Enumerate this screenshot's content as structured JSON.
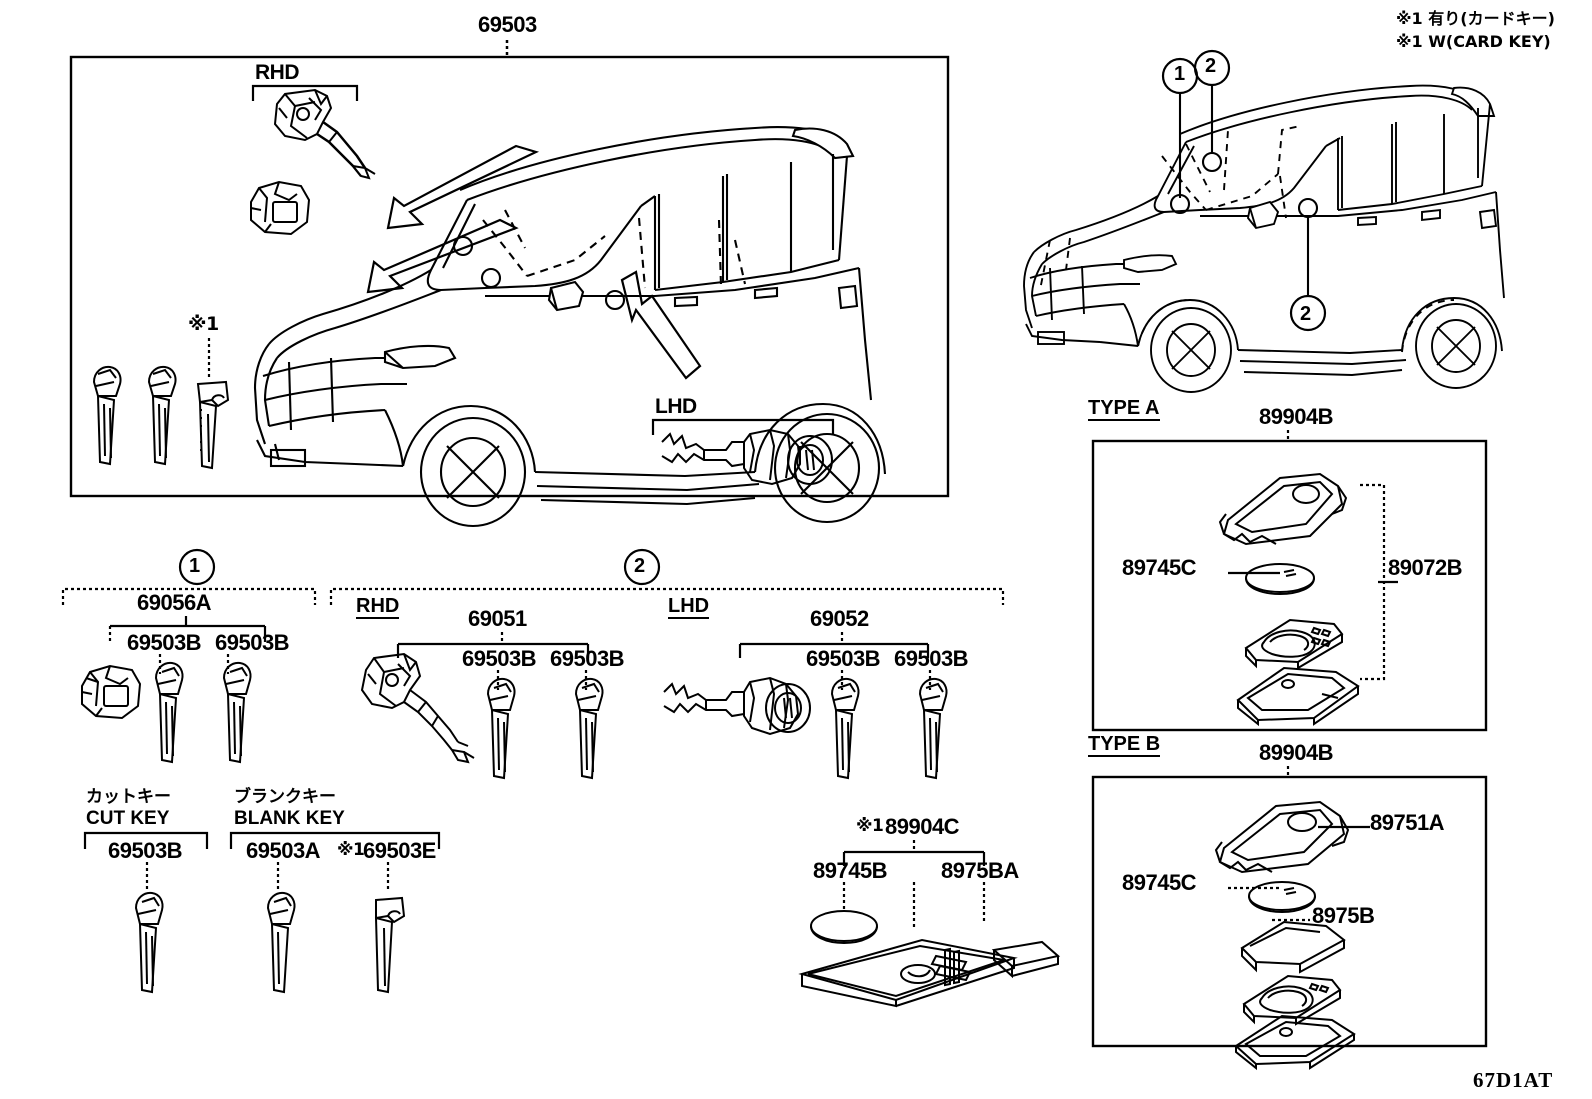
{
  "diagram": {
    "code": "67D1AT",
    "notes": [
      "※1 有り(カードキー)",
      "※1 W(CARD KEY)"
    ]
  },
  "main_panel": {
    "title": "69503",
    "rhd_label": "RHD",
    "lhd_label": "LHD",
    "key_note": "※1"
  },
  "callout_vehicle": {
    "markers": [
      "1",
      "2",
      "2"
    ]
  },
  "group1": {
    "circle": "1",
    "main_code": "69056A",
    "sub_codes": [
      "69503B",
      "69503B"
    ]
  },
  "group2": {
    "circle": "2",
    "rhd": {
      "label": "RHD",
      "main_code": "69051",
      "sub_codes": [
        "69503B",
        "69503B"
      ]
    },
    "lhd": {
      "label": "LHD",
      "main_code": "69052",
      "sub_codes": [
        "69503B",
        "69503B"
      ]
    }
  },
  "cut_key": {
    "jp": "カットキー",
    "en": "CUT KEY",
    "codes": [
      "69503B"
    ]
  },
  "blank_key": {
    "jp": "ブランクキー",
    "en": "BLANK KEY",
    "codes": [
      "69503A",
      "69503E"
    ],
    "note_prefix": "※1"
  },
  "card_key": {
    "note_prefix": "※1",
    "main_code": "89904C",
    "left_code": "89745B",
    "right_code": "8975BA"
  },
  "type_a": {
    "type_label": "TYPE A",
    "main_code": "89904B",
    "battery_code": "89745C",
    "bracket_code": "89072B"
  },
  "type_b": {
    "type_label": "TYPE B",
    "main_code": "89904B",
    "cover_code": "89751A",
    "battery_code": "89745C",
    "insert_code": "8975B"
  }
}
